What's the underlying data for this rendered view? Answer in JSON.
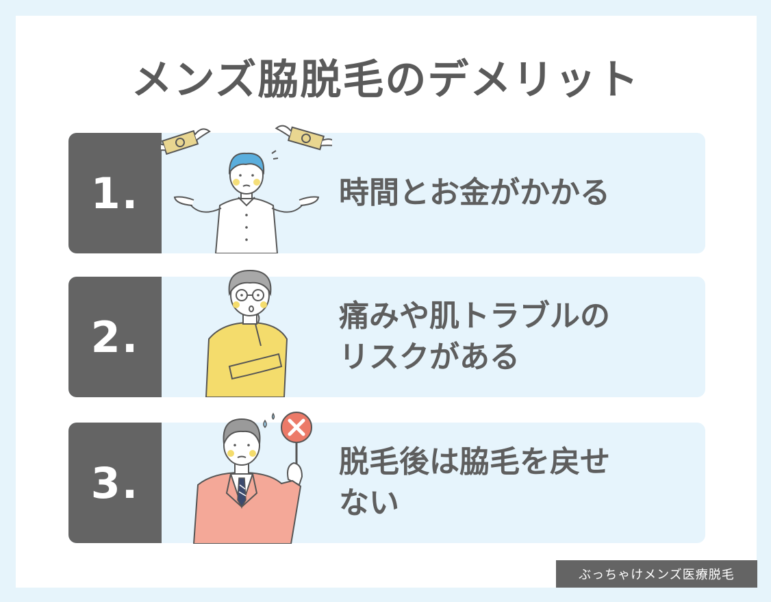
{
  "title": "メンズ脇脱毛のデメリット",
  "items": [
    {
      "number": "1.",
      "lines": [
        "時間とお金がかかる"
      ],
      "illustration": "man-shrugging-money-flying-icon"
    },
    {
      "number": "2.",
      "lines": [
        "痛みや肌トラブルの",
        "リスクがある"
      ],
      "illustration": "man-thinking-worried-icon"
    },
    {
      "number": "3.",
      "lines": [
        "脱毛後は脇毛を戻せ",
        "ない"
      ],
      "illustration": "man-holding-x-sign-icon"
    }
  ],
  "credit": "ぶっちゃけメンズ医療脱毛",
  "colors": {
    "background": "#e6f4fb",
    "card": "#ffffff",
    "item_background": "#e6f4fc",
    "number_block": "#646464",
    "text": "#5e5e5e",
    "shirt_yellow": "#f4dc6c",
    "jacket_pink": "#f4a898",
    "x_sign": "#ec7a68"
  }
}
